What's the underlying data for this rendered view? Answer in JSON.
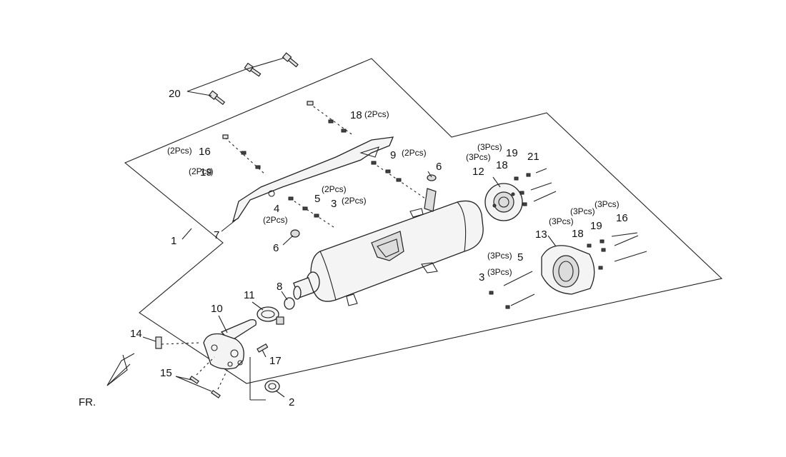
{
  "diagram": {
    "front_label": "FR.",
    "callouts": [
      {
        "id": "c1",
        "number": "1",
        "qty": ""
      },
      {
        "id": "c2",
        "number": "2",
        "qty": ""
      },
      {
        "id": "c3a",
        "number": "3",
        "qty": "(2Pcs)"
      },
      {
        "id": "c3b",
        "number": "3",
        "qty": "(3Pcs)"
      },
      {
        "id": "c4",
        "number": "4",
        "qty": "(2Pcs)"
      },
      {
        "id": "c5a",
        "number": "5",
        "qty": "(2Pcs)"
      },
      {
        "id": "c5b",
        "number": "5",
        "qty": "(3Pcs)"
      },
      {
        "id": "c6a",
        "number": "6",
        "qty": ""
      },
      {
        "id": "c6b",
        "number": "6",
        "qty": ""
      },
      {
        "id": "c7",
        "number": "7",
        "qty": ""
      },
      {
        "id": "c8",
        "number": "8",
        "qty": ""
      },
      {
        "id": "c9",
        "number": "9",
        "qty": "(2Pcs)"
      },
      {
        "id": "c10",
        "number": "10",
        "qty": ""
      },
      {
        "id": "c11",
        "number": "11",
        "qty": ""
      },
      {
        "id": "c12",
        "number": "12",
        "qty": ""
      },
      {
        "id": "c13",
        "number": "13",
        "qty": ""
      },
      {
        "id": "c14",
        "number": "14",
        "qty": ""
      },
      {
        "id": "c15",
        "number": "15",
        "qty": ""
      },
      {
        "id": "c16a",
        "number": "16",
        "qty": "(2Pcs)"
      },
      {
        "id": "c16b",
        "number": "16",
        "qty": "(3Pcs)"
      },
      {
        "id": "c17",
        "number": "17",
        "qty": ""
      },
      {
        "id": "c18a",
        "number": "18",
        "qty": "(2Pcs)"
      },
      {
        "id": "c18b",
        "number": "18",
        "qty": ""
      },
      {
        "id": "c18c",
        "number": "18",
        "qty": "(3Pcs)"
      },
      {
        "id": "c19a",
        "number": "19",
        "qty": "(2Pcs)"
      },
      {
        "id": "c19b",
        "number": "19",
        "qty": "(3Pcs)"
      },
      {
        "id": "c19c",
        "number": "19",
        "qty": "(3Pcs)"
      },
      {
        "id": "c20",
        "number": "20",
        "qty": ""
      },
      {
        "id": "c21",
        "number": "21",
        "qty": ""
      }
    ]
  }
}
